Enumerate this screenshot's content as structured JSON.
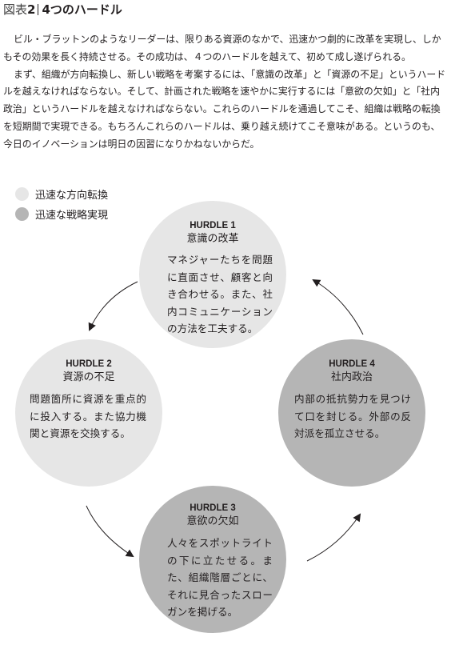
{
  "figure": {
    "label": "図表",
    "number": "2",
    "title": "4つのハードル"
  },
  "intro": {
    "paragraph1": "ビル・ブラットンのようなリーダーは、限りある資源のなかで、迅速かつ劇的に改革を実現し、しかもその効果を長く持続させる。その成功は、４つのハードルを越えて、初めて成し遂げられる。",
    "paragraph2": "まず、組織が方向転換し、新しい戦略を考案するには、「意識の改革」と「資源の不足」というハードルを越えなければならない。そして、計画された戦略を速やかに実行するには「意欲の欠如」と「社内政治」というハードルを越えなければならない。これらのハードルを通過してこそ、組織は戦略の転換を短期間で実現できる。もちろんこれらのハードルは、乗り越え続けてこそ意味がある。というのも、今日のイノベーションは明日の因習になりかねないからだ。"
  },
  "legend": [
    {
      "label": "迅速な方向転換",
      "color": "#e6e6e6"
    },
    {
      "label": "迅速な戦略実現",
      "color": "#b5b5b5"
    }
  ],
  "hurdles": [
    {
      "id": "HURDLE 1",
      "name": "意識の改革",
      "description": "マネジャーたちを問題に直面させ、顧客と向き合わせる。また、社内コミュニケーションの方法を工夫する。",
      "shade": "#e6e6e6"
    },
    {
      "id": "HURDLE 2",
      "name": "資源の不足",
      "description": "問題箇所に資源を重点的に投入する。また協力機関と資源を交換する。",
      "shade": "#e6e6e6"
    },
    {
      "id": "HURDLE 3",
      "name": "意欲の欠如",
      "description": "人々をスポットライトの下に立たせる。また、組織階層ごとに、それに見合ったスローガンを掲げる。",
      "shade": "#b5b5b5"
    },
    {
      "id": "HURDLE 4",
      "name": "社内政治",
      "description": "内部の抵抗勢力を見つけて口を封じる。外部の反対派を孤立させる。",
      "shade": "#b5b5b5"
    }
  ],
  "cycle_direction": "counterclockwise"
}
